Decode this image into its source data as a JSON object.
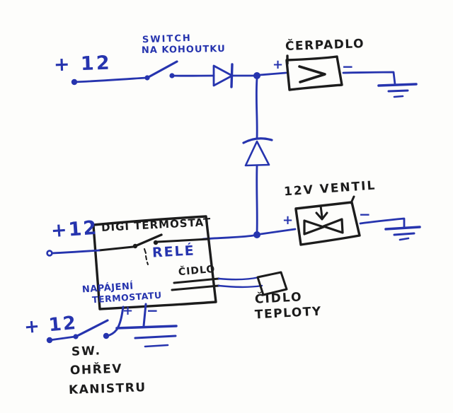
{
  "colors": {
    "ink_blue": "#2634ae",
    "ink_black": "#1c1c1c",
    "paper": "#fdfdfb"
  },
  "power_top": {
    "label": "+ 12"
  },
  "switch_top": {
    "line1": "SWITCH",
    "line2": "NA KOHOUTKU"
  },
  "pump": {
    "title": "ČERPADLO",
    "plus": "+",
    "minus": "−"
  },
  "valve": {
    "title": "12V VENTIL",
    "plus": "+",
    "minus": "−"
  },
  "thermostat": {
    "title": "DIGI TERMOSTAT",
    "relay_label": "RELÉ",
    "sensor_label": "ČIDLO",
    "supply_line1": "NAPÁJENÍ",
    "supply_line2": "TERMOSTATU",
    "plus": "+",
    "minus": "−"
  },
  "power_mid": {
    "label": "+12"
  },
  "power_bottom": {
    "label": "+ 12"
  },
  "sensor": {
    "line1": "ČIDLO",
    "line2": "TEPLOTY"
  },
  "switch_bottom": {
    "line1": "SW.",
    "line2": "OHŘEV",
    "line3": "KANISTRU"
  }
}
